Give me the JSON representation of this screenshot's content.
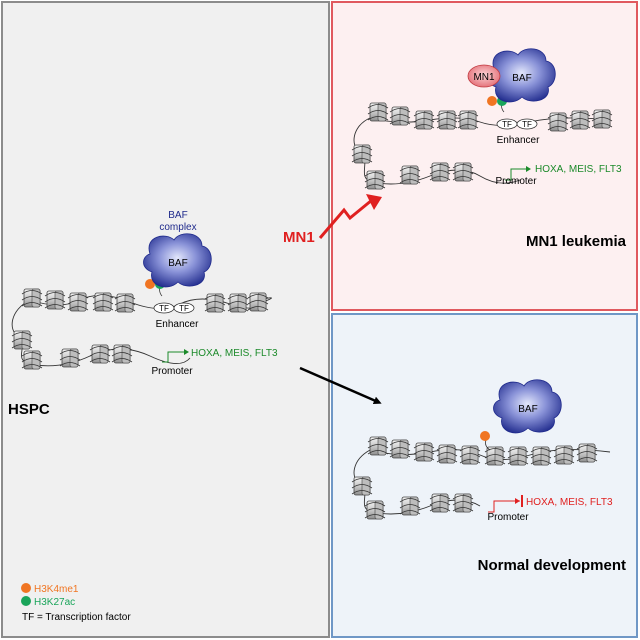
{
  "panels": {
    "hspc": {
      "title": "HSPC"
    },
    "mn1": {
      "title": "MN1 leukemia"
    },
    "normal": {
      "title": "Normal development"
    }
  },
  "baf": {
    "label": "BAF",
    "complex_label_line1": "BAF",
    "complex_label_line2": "complex"
  },
  "mn1_protein": {
    "label": "MN1"
  },
  "arrow_mn1_label": "MN1",
  "tf_label": "TF",
  "enhancer_label": "Enhancer",
  "promoter_label": "Promoter",
  "genes_label": "HOXA, MEIS, FLT3",
  "legend": {
    "h3k4me1": "H3K4me1",
    "h3k27ac": "H3K27ac",
    "tf_def": "TF = Transcription factor"
  },
  "colors": {
    "h3k4me1": "#f07522",
    "h3k27ac": "#1aa55a",
    "baf_dark": "#1f2a8c",
    "active_gene": "#1b8a2a",
    "repressed_gene": "#e02020",
    "mn1_arrow": "#e02020",
    "mn1_fill": "#f08c92"
  }
}
